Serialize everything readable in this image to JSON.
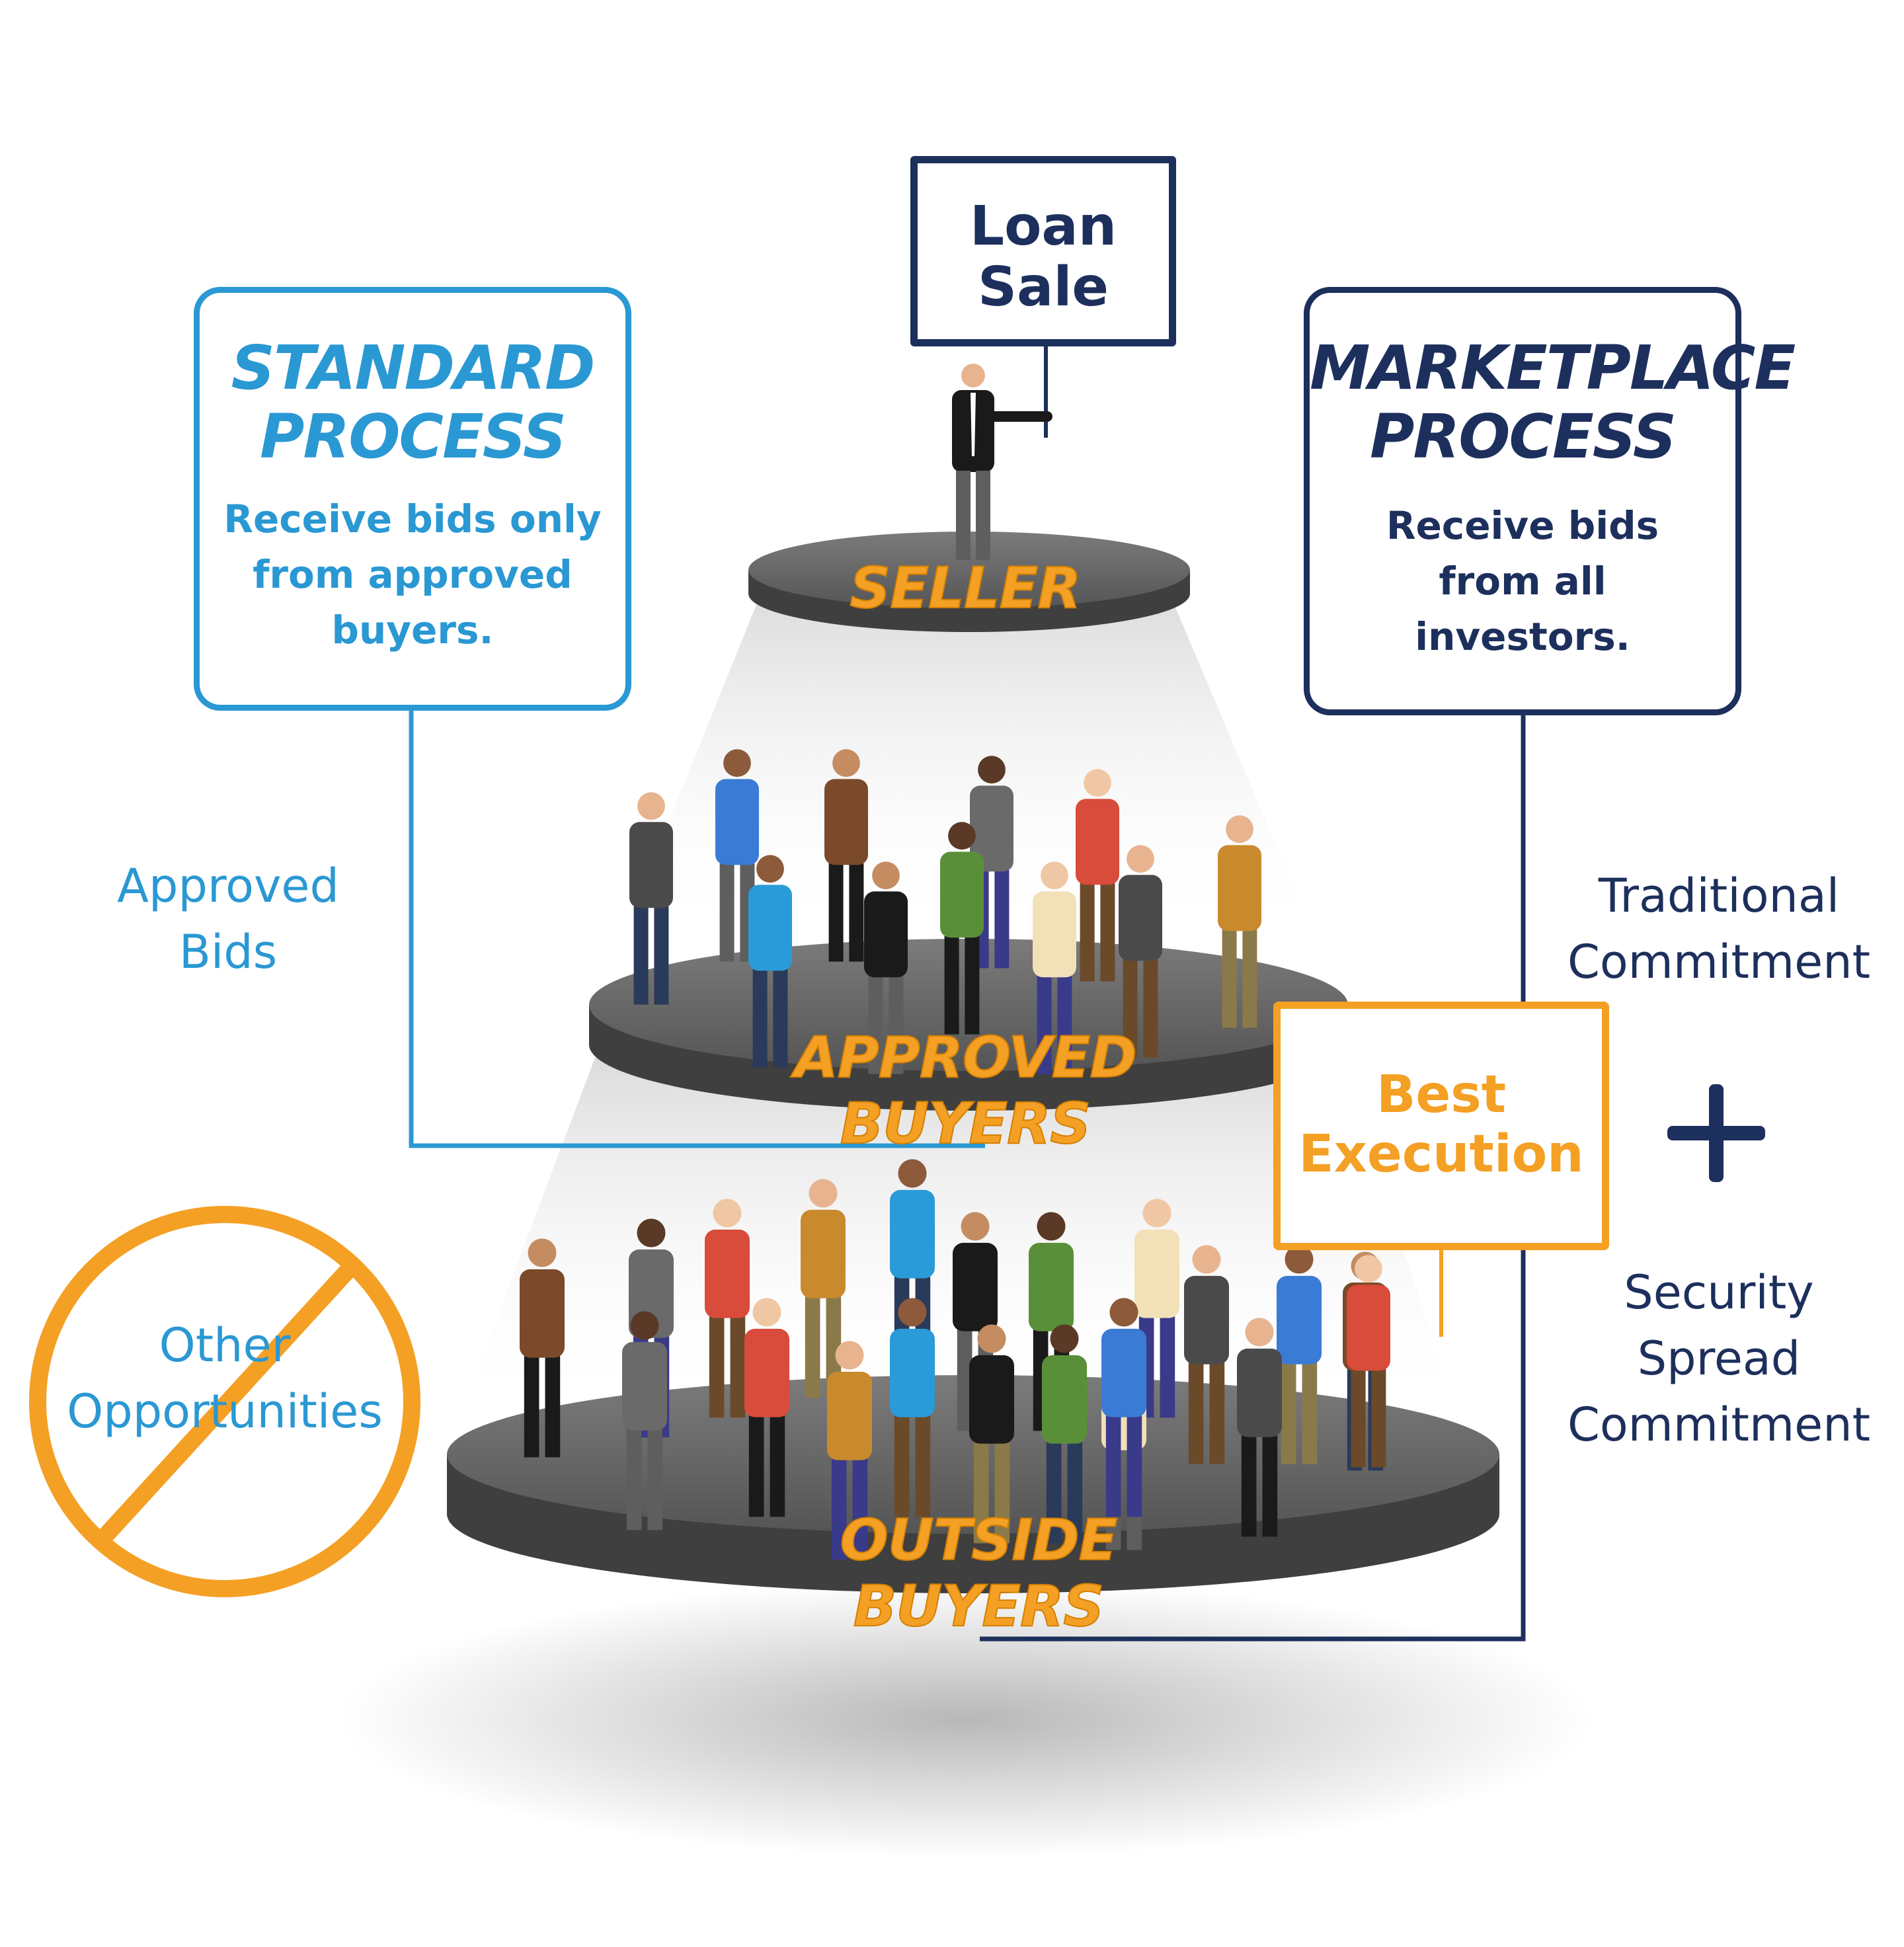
{
  "seller_sign": {
    "line1": "Loan",
    "line2": "Sale"
  },
  "standard": {
    "title_line1": "STANDARD",
    "title_line2": "PROCESS",
    "desc_line1": "Receive bids only",
    "desc_line2": "from approved",
    "desc_line3": "buyers."
  },
  "marketplace": {
    "title_line1": "MARKETPLACE",
    "title_line2": "PROCESS",
    "desc_line1": "Receive bids",
    "desc_line2": "from all",
    "desc_line3": "investors."
  },
  "approved_bids": {
    "line1": "Approved",
    "line2": "Bids"
  },
  "traditional": {
    "line1": "Traditional",
    "line2": "Commitment"
  },
  "plus_symbol": "+",
  "security": {
    "line1": "Security",
    "line2": "Spread",
    "line3": "Commitment"
  },
  "best_execution": {
    "line1": "Best",
    "line2": "Execution"
  },
  "other": {
    "line1": "Other",
    "line2": "Opportunities"
  },
  "tiers": {
    "seller": "SELLER",
    "approved_buyers": "APPROVED BUYERS",
    "outside_buyers": "OUTSIDE BUYERS"
  },
  "colors": {
    "blue": "#2a98d3",
    "navy": "#1d2f5c",
    "orange": "#f4a024",
    "platform": "#5d5d5d"
  }
}
